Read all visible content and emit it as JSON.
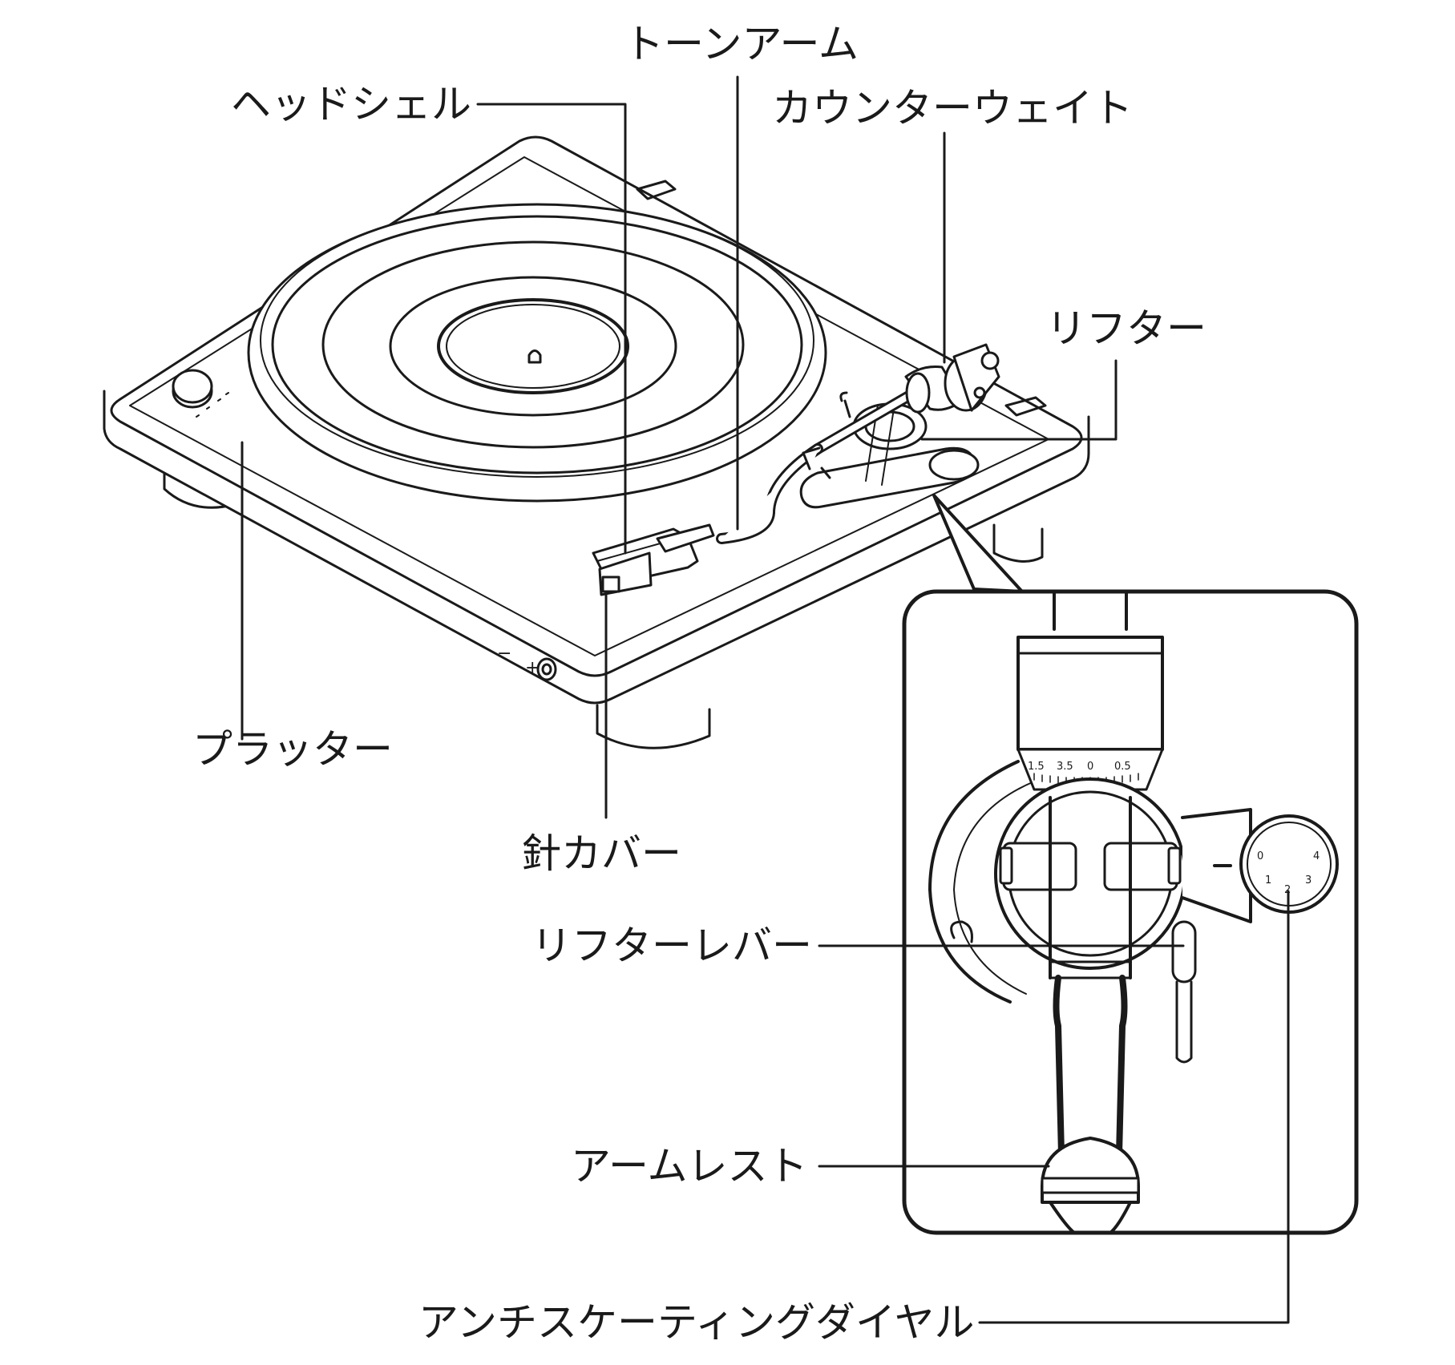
{
  "labels": {
    "tonearm": "トーンアーム",
    "headshell": "ヘッドシェル",
    "counterweight": "カウンターウェイト",
    "lifter": "リフター",
    "platter": "プラッター",
    "stylus_cover": "針カバー",
    "lifter_lever": "リフターレバー",
    "arm_rest": "アームレスト",
    "anti_skating_dial": "アンチスケーティングダイヤル"
  },
  "weight_scale": [
    "1.5",
    "3.5",
    "0",
    "0.5"
  ],
  "dial_scale": [
    "0",
    "1",
    "2",
    "3",
    "4"
  ],
  "panel_marks": [
    "−",
    "+"
  ],
  "colors": {
    "line": "#1a1a1a",
    "background": "#ffffff"
  }
}
